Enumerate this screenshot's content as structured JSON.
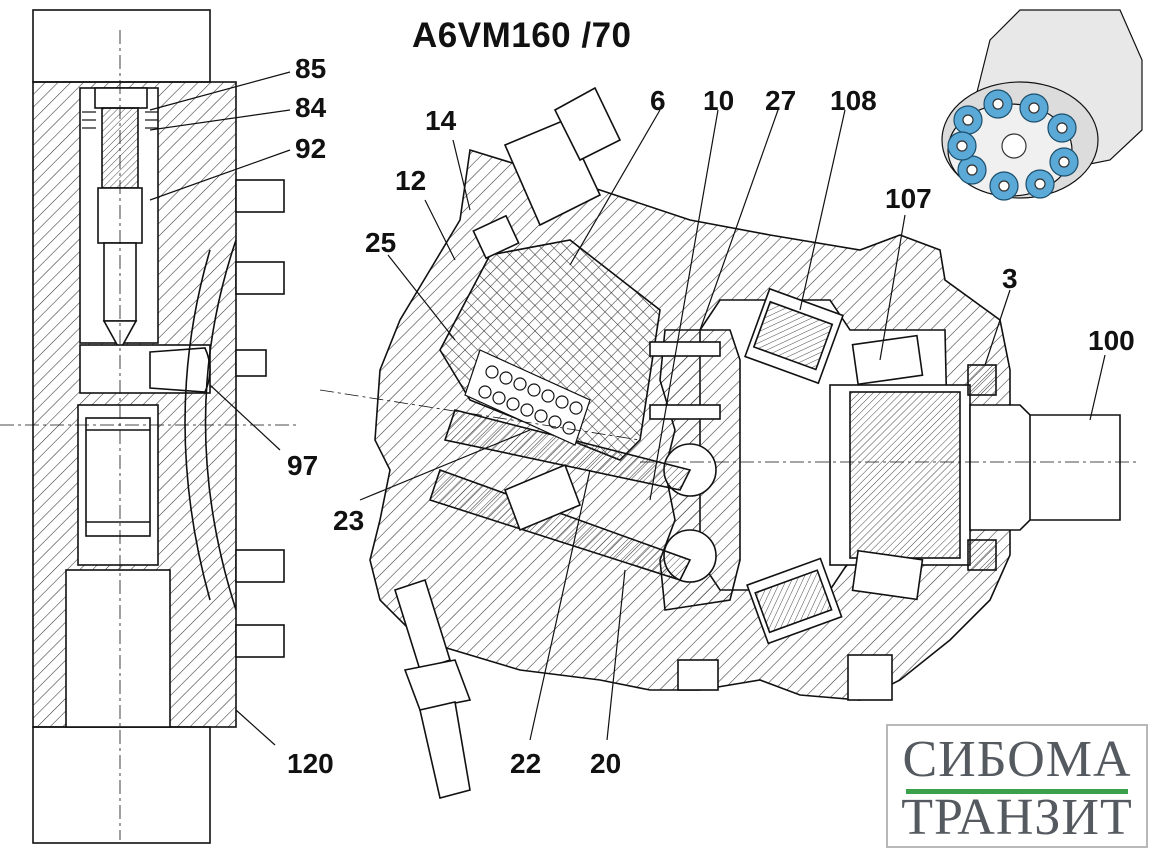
{
  "title": "A6VM160 /70",
  "callouts": {
    "c85": "85",
    "c84": "84",
    "c92": "92",
    "c14": "14",
    "c12": "12",
    "c25": "25",
    "c6": "6",
    "c10": "10",
    "c27": "27",
    "c108": "108",
    "c107": "107",
    "c3": "3",
    "c100": "100",
    "c97": "97",
    "c23": "23",
    "c22": "22",
    "c20": "20",
    "c120": "120"
  },
  "logo": {
    "line1": "СИБОМА",
    "line2": "ТРАНЗИТ"
  },
  "colors": {
    "ink": "#111111",
    "hatch": "#333333",
    "piston_blue": "#5aa9d6",
    "logo_text": "#555a60",
    "logo_rule": "#3aa14a",
    "logo_border": "#b8b8b8"
  }
}
